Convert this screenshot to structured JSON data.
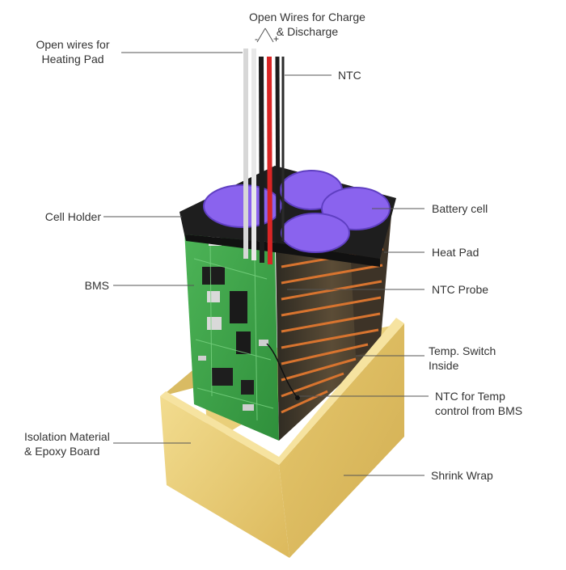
{
  "labels": {
    "open_wires_charge_line1": "Open Wires for Charge",
    "open_wires_charge_line2": "& Discharge",
    "open_wires_heating_line1": "Open wires for",
    "open_wires_heating_line2": "Heating Pad",
    "ntc": "NTC",
    "cell_holder": "Cell Holder",
    "battery_cell": "Battery cell",
    "heat_pad": "Heat Pad",
    "bms": "BMS",
    "ntc_probe": "NTC Probe",
    "temp_switch_line1": "Temp. Switch",
    "temp_switch_line2": "Inside",
    "ntc_temp_line1": "NTC for Temp",
    "ntc_temp_line2": "control from BMS",
    "isolation_line1": "Isolation Material",
    "isolation_line2": "& Epoxy Board",
    "shrink_wrap": "Shrink Wrap",
    "minus_sign": "-",
    "plus_sign": "+"
  },
  "colors": {
    "cell_top": "#8a63ee",
    "pcb": "#3fa64a",
    "box": "#e8c96a",
    "heat_wire": "#d8742f",
    "cell_body": "#4b4030"
  }
}
